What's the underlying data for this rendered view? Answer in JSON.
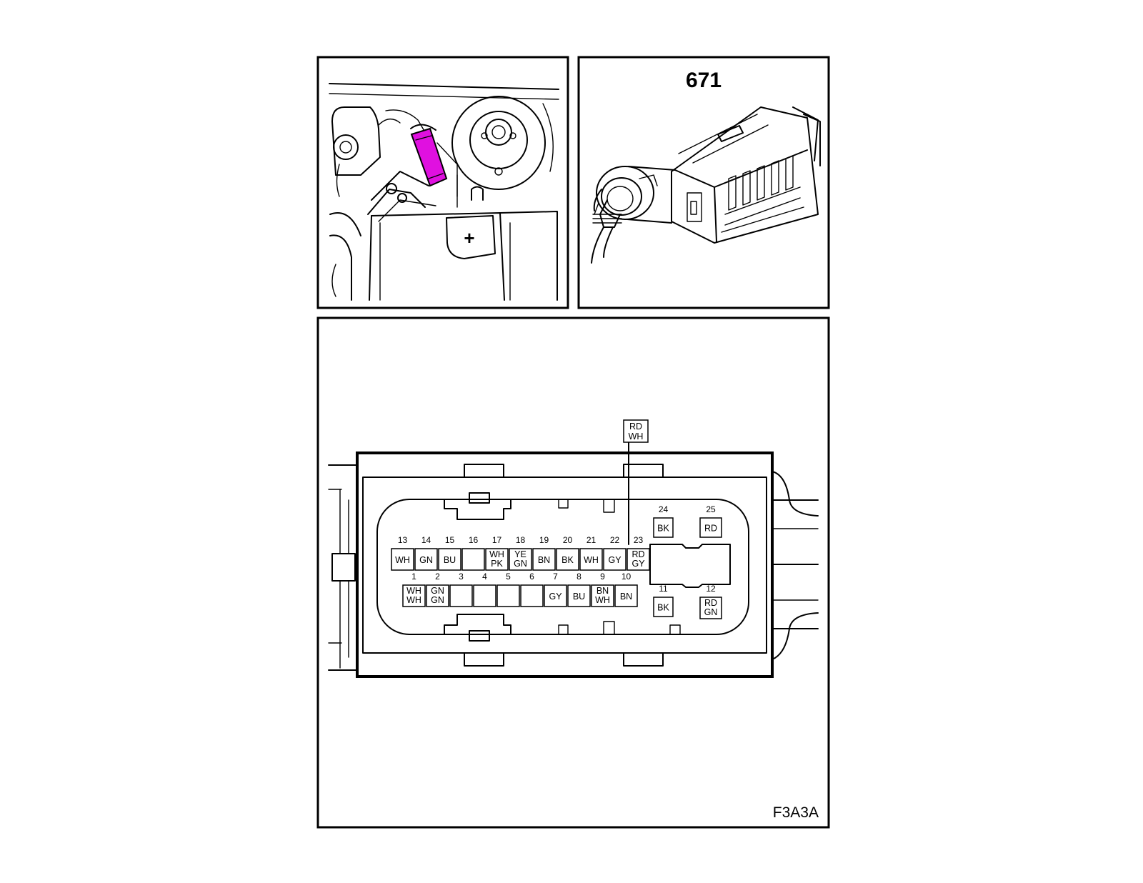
{
  "connector": {
    "number": "671",
    "highlight_color": "#e010e0",
    "figure_id": "F3A3A"
  },
  "pins": [
    {
      "pin": "13",
      "color": [
        "WH"
      ]
    },
    {
      "pin": "14",
      "color": [
        "GN"
      ]
    },
    {
      "pin": "15",
      "color": [
        "BU"
      ]
    },
    {
      "pin": "16",
      "color": []
    },
    {
      "pin": "17",
      "color": [
        "WH",
        "PK"
      ]
    },
    {
      "pin": "18",
      "color": [
        "YE",
        "GN"
      ]
    },
    {
      "pin": "19",
      "color": [
        "BN"
      ]
    },
    {
      "pin": "20",
      "color": [
        "BK"
      ]
    },
    {
      "pin": "21",
      "color": [
        "WH"
      ]
    },
    {
      "pin": "22",
      "color": [
        "GY"
      ]
    },
    {
      "pin": "23",
      "color": [
        "RD",
        "GY"
      ]
    },
    {
      "pin": "1",
      "color": [
        "WH",
        "WH"
      ]
    },
    {
      "pin": "2",
      "color": [
        "GN",
        "GN"
      ]
    },
    {
      "pin": "3",
      "color": []
    },
    {
      "pin": "4",
      "color": []
    },
    {
      "pin": "5",
      "color": []
    },
    {
      "pin": "6",
      "color": []
    },
    {
      "pin": "7",
      "color": [
        "GY"
      ]
    },
    {
      "pin": "8",
      "color": [
        "BU"
      ]
    },
    {
      "pin": "9",
      "color": [
        "BN",
        "WH"
      ]
    },
    {
      "pin": "10",
      "color": [
        "BN"
      ]
    },
    {
      "pin": "24",
      "color": [
        "BK"
      ]
    },
    {
      "pin": "25",
      "color": [
        "RD"
      ]
    },
    {
      "pin": "11",
      "color": [
        "BK"
      ]
    },
    {
      "pin": "12",
      "color": [
        "RD",
        "GN"
      ]
    }
  ],
  "shield_wire": {
    "color": [
      "RD",
      "WH"
    ]
  }
}
